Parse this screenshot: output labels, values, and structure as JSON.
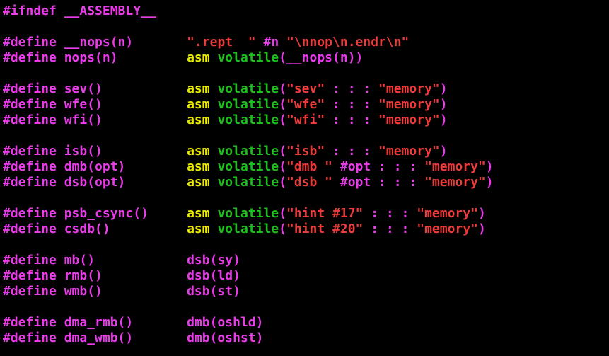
{
  "terminal": {
    "background": "#000000",
    "colors": {
      "macro": "#e93ce9",
      "string": "#ec3b3b",
      "kw": "#e8e800",
      "type": "#1dbf1d"
    },
    "lines": [
      [
        {
          "t": "#ifndef __ASSEMBLY__",
          "c": "macro"
        }
      ],
      [],
      [
        {
          "t": "#define __nops(n)       ",
          "c": "macro"
        },
        {
          "t": "\".rept  \"",
          "c": "string"
        },
        {
          "t": " #n ",
          "c": "macro"
        },
        {
          "t": "\"\\nnop\\n.endr\\n\"",
          "c": "string"
        }
      ],
      [
        {
          "t": "#define nops(n)         ",
          "c": "macro"
        },
        {
          "t": "asm",
          "c": "kw"
        },
        {
          "t": " ",
          "c": "macro"
        },
        {
          "t": "volatile",
          "c": "type"
        },
        {
          "t": "(__nops(n))",
          "c": "macro"
        }
      ],
      [],
      [
        {
          "t": "#define sev()           ",
          "c": "macro"
        },
        {
          "t": "asm",
          "c": "kw"
        },
        {
          "t": " ",
          "c": "macro"
        },
        {
          "t": "volatile",
          "c": "type"
        },
        {
          "t": "(",
          "c": "macro"
        },
        {
          "t": "\"sev\"",
          "c": "string"
        },
        {
          "t": " : : : ",
          "c": "macro"
        },
        {
          "t": "\"memory\"",
          "c": "string"
        },
        {
          "t": ")",
          "c": "macro"
        }
      ],
      [
        {
          "t": "#define wfe()           ",
          "c": "macro"
        },
        {
          "t": "asm",
          "c": "kw"
        },
        {
          "t": " ",
          "c": "macro"
        },
        {
          "t": "volatile",
          "c": "type"
        },
        {
          "t": "(",
          "c": "macro"
        },
        {
          "t": "\"wfe\"",
          "c": "string"
        },
        {
          "t": " : : : ",
          "c": "macro"
        },
        {
          "t": "\"memory\"",
          "c": "string"
        },
        {
          "t": ")",
          "c": "macro"
        }
      ],
      [
        {
          "t": "#define wfi()           ",
          "c": "macro"
        },
        {
          "t": "asm",
          "c": "kw"
        },
        {
          "t": " ",
          "c": "macro"
        },
        {
          "t": "volatile",
          "c": "type"
        },
        {
          "t": "(",
          "c": "macro"
        },
        {
          "t": "\"wfi\"",
          "c": "string"
        },
        {
          "t": " : : : ",
          "c": "macro"
        },
        {
          "t": "\"memory\"",
          "c": "string"
        },
        {
          "t": ")",
          "c": "macro"
        }
      ],
      [],
      [
        {
          "t": "#define isb()           ",
          "c": "macro"
        },
        {
          "t": "asm",
          "c": "kw"
        },
        {
          "t": " ",
          "c": "macro"
        },
        {
          "t": "volatile",
          "c": "type"
        },
        {
          "t": "(",
          "c": "macro"
        },
        {
          "t": "\"isb\"",
          "c": "string"
        },
        {
          "t": " : : : ",
          "c": "macro"
        },
        {
          "t": "\"memory\"",
          "c": "string"
        },
        {
          "t": ")",
          "c": "macro"
        }
      ],
      [
        {
          "t": "#define dmb(opt)        ",
          "c": "macro"
        },
        {
          "t": "asm",
          "c": "kw"
        },
        {
          "t": " ",
          "c": "macro"
        },
        {
          "t": "volatile",
          "c": "type"
        },
        {
          "t": "(",
          "c": "macro"
        },
        {
          "t": "\"dmb \"",
          "c": "string"
        },
        {
          "t": " #opt : : : ",
          "c": "macro"
        },
        {
          "t": "\"memory\"",
          "c": "string"
        },
        {
          "t": ")",
          "c": "macro"
        }
      ],
      [
        {
          "t": "#define dsb(opt)        ",
          "c": "macro"
        },
        {
          "t": "asm",
          "c": "kw"
        },
        {
          "t": " ",
          "c": "macro"
        },
        {
          "t": "volatile",
          "c": "type"
        },
        {
          "t": "(",
          "c": "macro"
        },
        {
          "t": "\"dsb \"",
          "c": "string"
        },
        {
          "t": " #opt : : : ",
          "c": "macro"
        },
        {
          "t": "\"memory\"",
          "c": "string"
        },
        {
          "t": ")",
          "c": "macro"
        }
      ],
      [],
      [
        {
          "t": "#define psb_csync()     ",
          "c": "macro"
        },
        {
          "t": "asm",
          "c": "kw"
        },
        {
          "t": " ",
          "c": "macro"
        },
        {
          "t": "volatile",
          "c": "type"
        },
        {
          "t": "(",
          "c": "macro"
        },
        {
          "t": "\"hint #17\"",
          "c": "string"
        },
        {
          "t": " : : : ",
          "c": "macro"
        },
        {
          "t": "\"memory\"",
          "c": "string"
        },
        {
          "t": ")",
          "c": "macro"
        }
      ],
      [
        {
          "t": "#define csdb()          ",
          "c": "macro"
        },
        {
          "t": "asm",
          "c": "kw"
        },
        {
          "t": " ",
          "c": "macro"
        },
        {
          "t": "volatile",
          "c": "type"
        },
        {
          "t": "(",
          "c": "macro"
        },
        {
          "t": "\"hint #20\"",
          "c": "string"
        },
        {
          "t": " : : : ",
          "c": "macro"
        },
        {
          "t": "\"memory\"",
          "c": "string"
        },
        {
          "t": ")",
          "c": "macro"
        }
      ],
      [],
      [
        {
          "t": "#define mb()            dsb(sy)",
          "c": "macro"
        }
      ],
      [
        {
          "t": "#define rmb()           dsb(ld)",
          "c": "macro"
        }
      ],
      [
        {
          "t": "#define wmb()           dsb(st)",
          "c": "macro"
        }
      ],
      [],
      [
        {
          "t": "#define dma_rmb()       dmb(oshld)",
          "c": "macro"
        }
      ],
      [
        {
          "t": "#define dma_wmb()       dmb(oshst)",
          "c": "macro"
        }
      ]
    ]
  }
}
